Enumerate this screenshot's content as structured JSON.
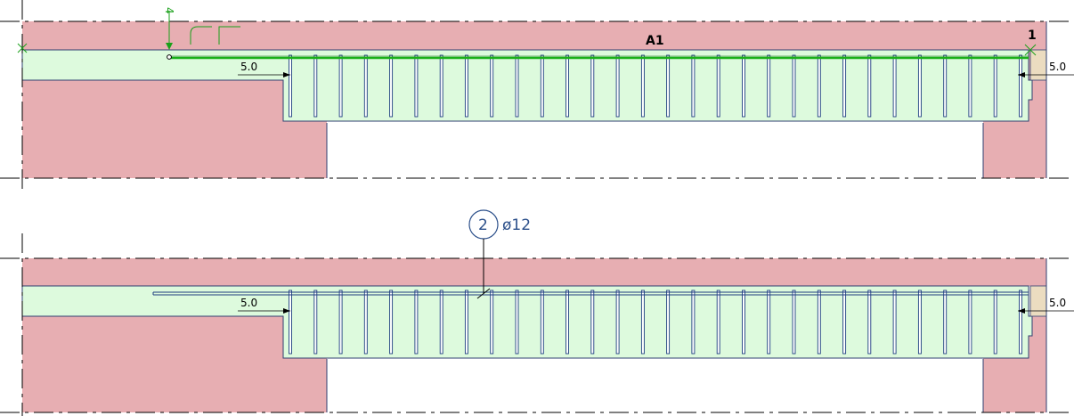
{
  "colors": {
    "wall_fill": "#e7aeb2",
    "slab_fill": "#ddfadd",
    "rebar_blue": "#1f3f80",
    "rebar_green": "#19b019",
    "dash": "#000000",
    "outline": "#2f3f70",
    "support_tan": "#ebdcc0",
    "marker_text": "#2b4f8a"
  },
  "top_view": {
    "marker_number": "4",
    "bar_label": "A1",
    "end_number": "1",
    "left_cover": "5.0",
    "right_cover": "5.0",
    "stirrup_count": 30
  },
  "bottom_view": {
    "mark_number": "2",
    "bar_diameter": "ø12",
    "left_cover": "5.0",
    "right_cover": "5.0",
    "stirrup_count": 30
  }
}
